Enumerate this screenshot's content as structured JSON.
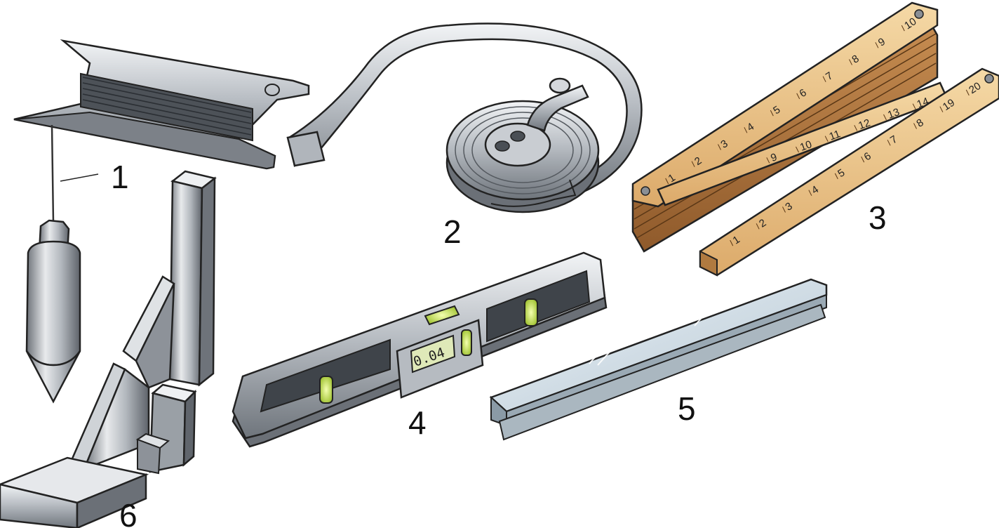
{
  "labels": {
    "l1": "1",
    "l2": "2",
    "l3": "3",
    "l4": "4",
    "l5": "5",
    "l6": "6"
  },
  "level_display": "0.04",
  "ruler": {
    "upper_marks": [
      "1",
      "2",
      "3",
      "4",
      "5",
      "6",
      "7",
      "8",
      "9",
      "10"
    ],
    "middle_marks": [
      "9",
      "10",
      "11",
      "12",
      "13",
      "14"
    ],
    "lower_marks": [
      "1",
      "2",
      "3",
      "4",
      "5",
      "6",
      "7",
      "8",
      "19",
      "20"
    ]
  }
}
